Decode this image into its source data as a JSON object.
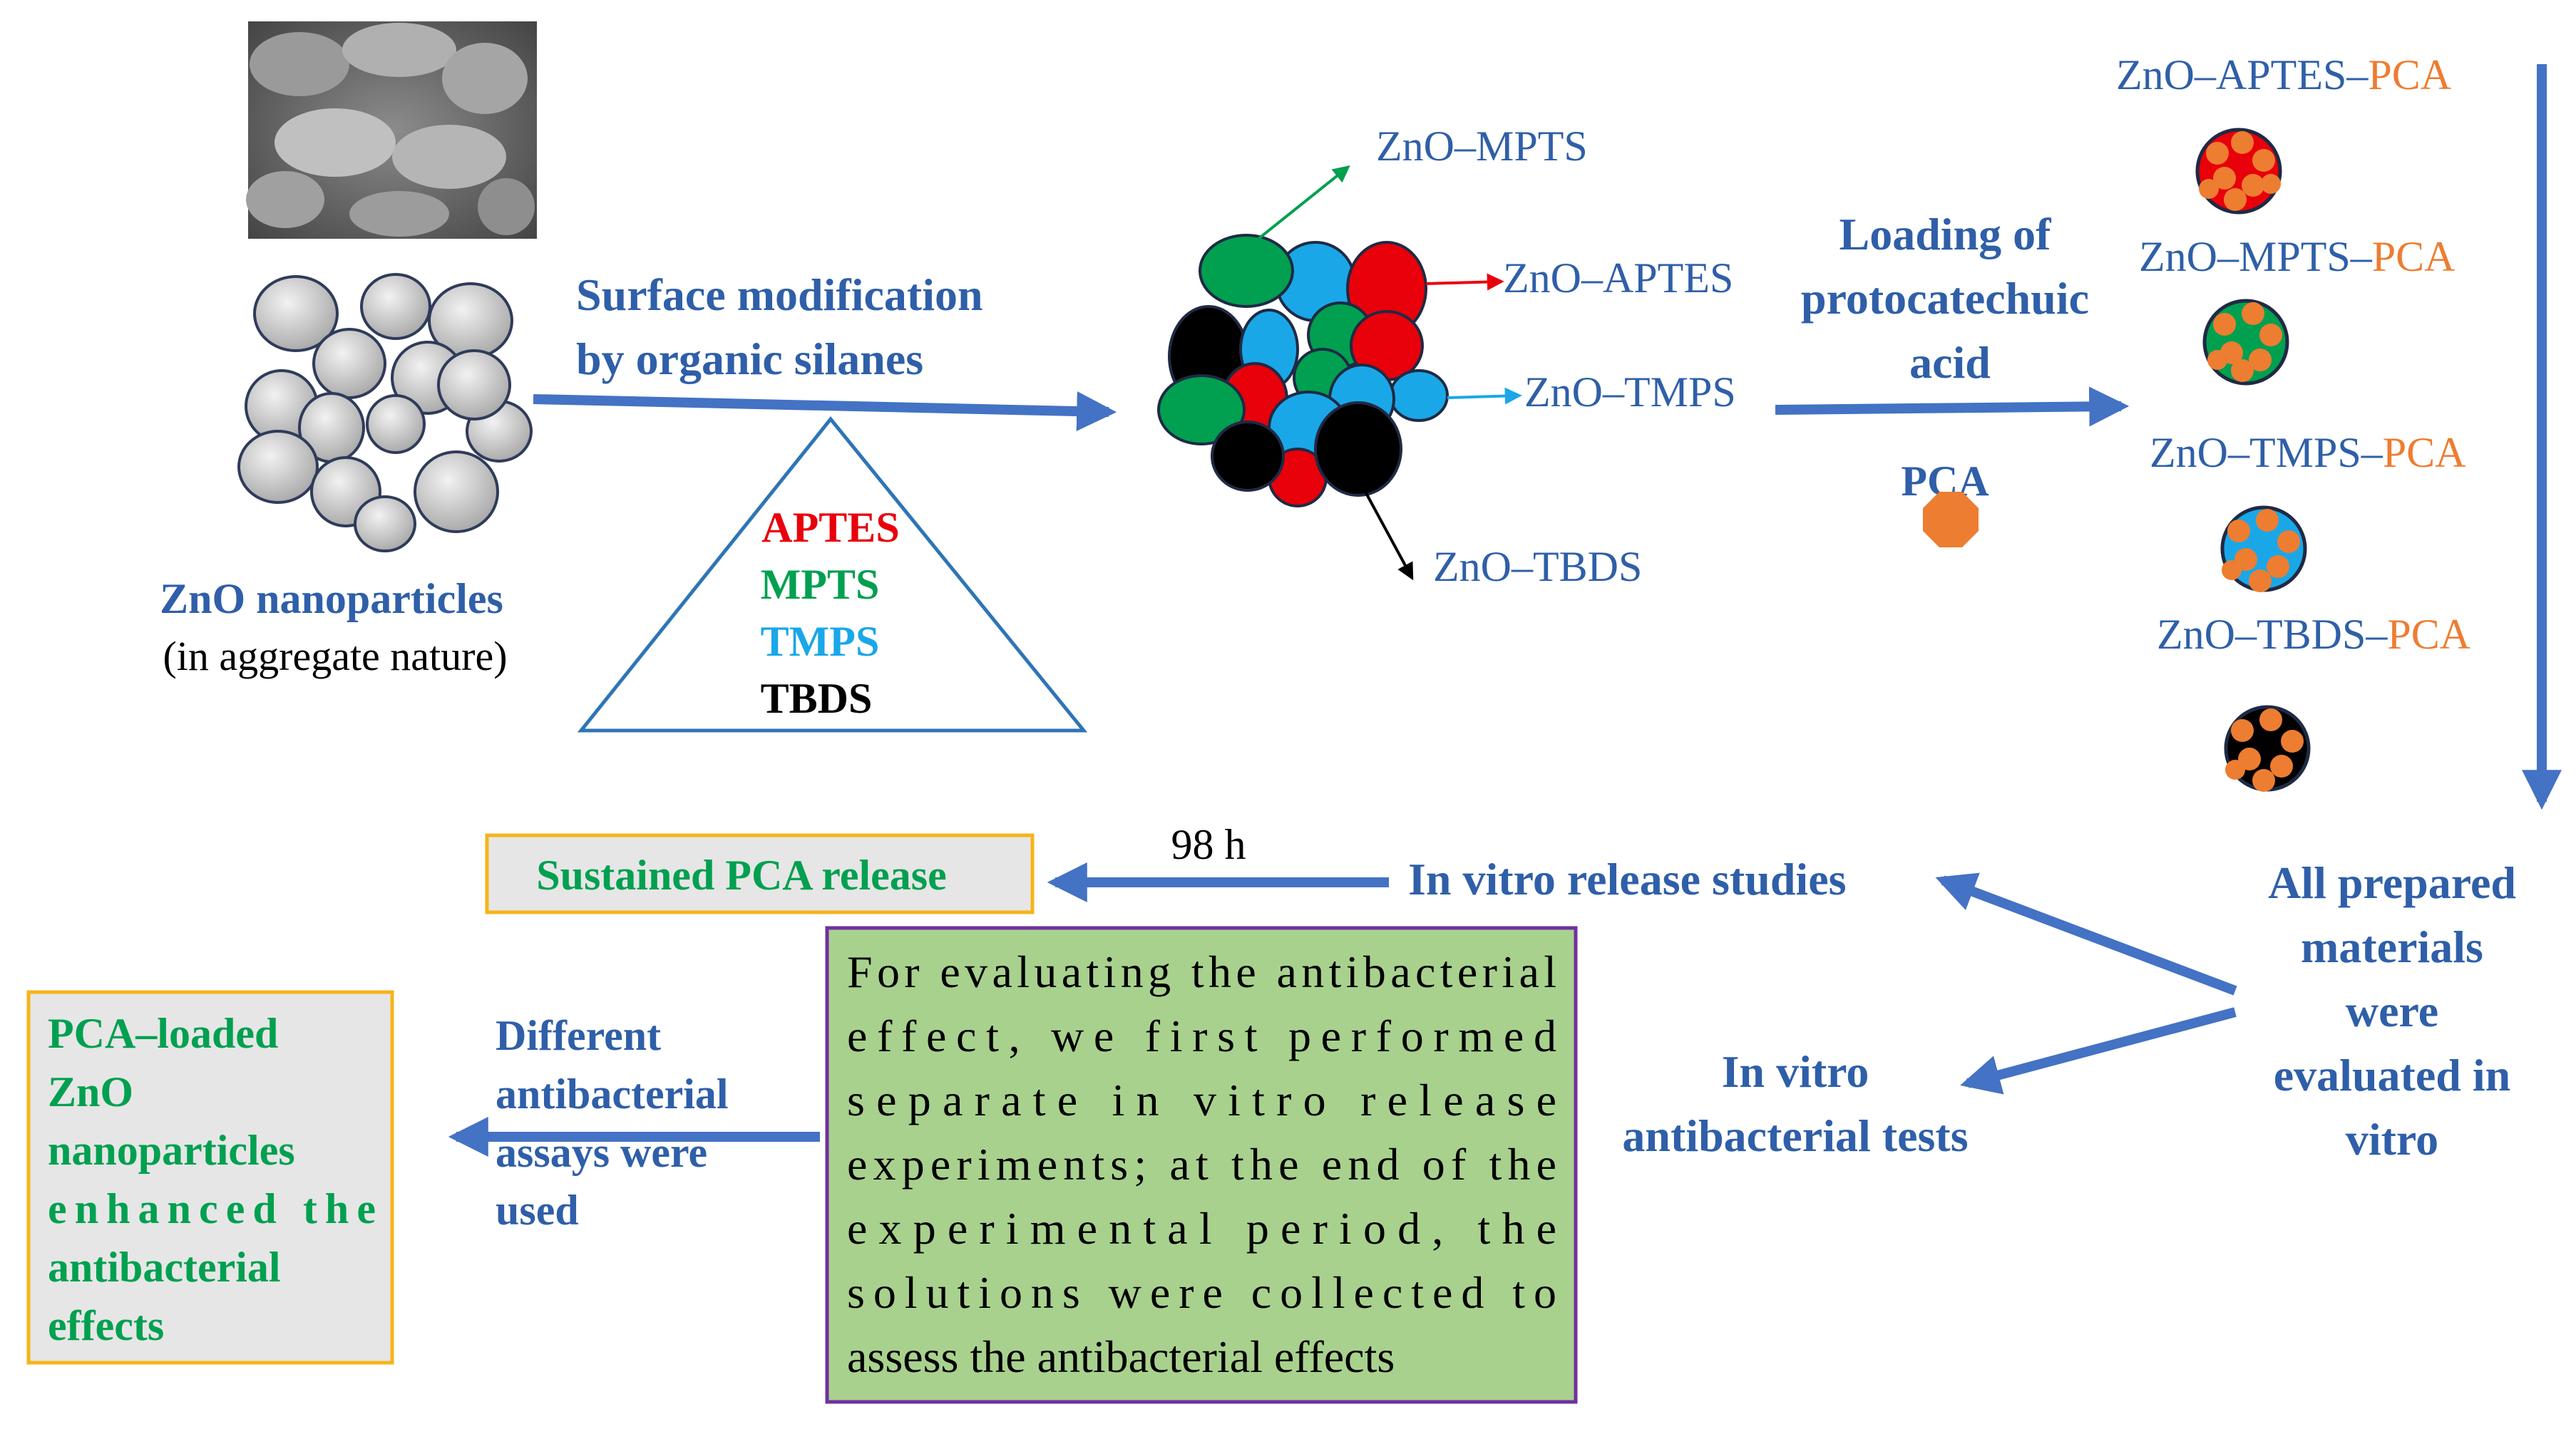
{
  "colors": {
    "blue": "#2F5FA8",
    "arrow": "#4472C4",
    "red": "#E8000B",
    "green": "#00A050",
    "cyan": "#1AA7E8",
    "black": "#000000",
    "orange": "#ED7D31",
    "box_green_fill": "#A9D18E",
    "box_purple": "#7030A0",
    "box_orange": "#F5B41A",
    "box_grey": "#E6E6E6",
    "triangle": "#2E75B6",
    "sphere_grey": "#BFBFBF"
  },
  "icons": {
    "sem_image": "sem-micrograph",
    "zno_cluster": "zno-aggregate-cluster",
    "modified_cluster": "silane-modified-cluster",
    "pca_molecule": "pca-octagon",
    "loaded_particle": "pca-loaded-particle"
  },
  "zno": {
    "title": "ZnO nanoparticles",
    "subtitle": "(in aggregate nature)"
  },
  "surface_mod": {
    "line1": "Surface modification",
    "line2": "by organic silanes"
  },
  "silanes": {
    "aptes": "APTES",
    "mpts": "MPTS",
    "tmps": "TMPS",
    "tbds": "TBDS"
  },
  "modified": {
    "mpts": "ZnO–MPTS",
    "aptes": "ZnO–APTES",
    "tmps": "ZnO–TMPS",
    "tbds": "ZnO–TBDS"
  },
  "loading": {
    "line1": "Loading of",
    "line2": "protocatechuic",
    "line3": "acid",
    "pca": "PCA"
  },
  "loaded": [
    {
      "prefix": "ZnO–APTES–",
      "suffix": "PCA"
    },
    {
      "prefix": "ZnO–MPTS–",
      "suffix": "PCA"
    },
    {
      "prefix": "ZnO–TMPS–",
      "suffix": "PCA"
    },
    {
      "prefix": "ZnO–TBDS–",
      "suffix": "PCA"
    }
  ],
  "evaluated": {
    "line1": "All prepared",
    "line2": "materials",
    "line3": "were",
    "line4": "evaluated in",
    "line5": "vitro"
  },
  "release": {
    "label": "In vitro release studies",
    "time": "98 h",
    "result": "Sustained PCA release"
  },
  "antibacterial": {
    "line1": "In vitro",
    "line2": "antibacterial tests"
  },
  "note": {
    "line1": "For evaluating the antibacterial",
    "line2": "effect, we first performed",
    "line3": "separate in vitro release",
    "line4": "experiments; at the end of the",
    "line5": "experimental period, the",
    "line6": "solutions were collected to",
    "line7": "assess the antibacterial effects"
  },
  "assays": {
    "line1": "Different",
    "line2": "antibacterial",
    "line3": "assays were",
    "line4": "used"
  },
  "conclusion": {
    "line1": "PCA–loaded",
    "line2": "ZnO",
    "line3": "nanoparticles",
    "line4": "enhanced the",
    "line5": "antibacterial",
    "line6": "effects"
  }
}
